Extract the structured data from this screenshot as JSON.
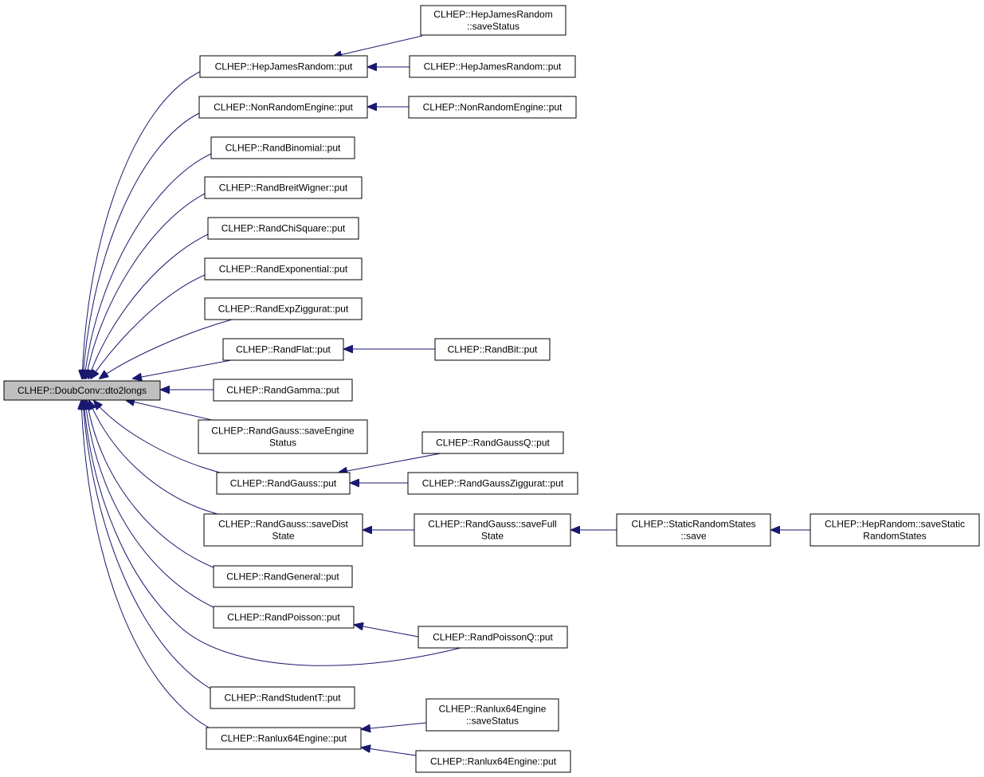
{
  "diagram": {
    "edge_color": "#191970",
    "root_fill": "#bfbfbf",
    "nodes": [
      {
        "id": "root",
        "lines": [
          "CLHEP::DoubConv::dto2longs"
        ],
        "root": true
      },
      {
        "id": "hjr_put",
        "lines": [
          "CLHEP::HepJamesRandom::put"
        ]
      },
      {
        "id": "hjr_save",
        "lines": [
          "CLHEP::HepJamesRandom",
          "::saveStatus"
        ]
      },
      {
        "id": "hjr_put2",
        "lines": [
          "CLHEP::HepJamesRandom::put"
        ]
      },
      {
        "id": "nre_put",
        "lines": [
          "CLHEP::NonRandomEngine::put"
        ]
      },
      {
        "id": "nre_put2",
        "lines": [
          "CLHEP::NonRandomEngine::put"
        ]
      },
      {
        "id": "rbin",
        "lines": [
          "CLHEP::RandBinomial::put"
        ]
      },
      {
        "id": "rbw",
        "lines": [
          "CLHEP::RandBreitWigner::put"
        ]
      },
      {
        "id": "rchi",
        "lines": [
          "CLHEP::RandChiSquare::put"
        ]
      },
      {
        "id": "rexp",
        "lines": [
          "CLHEP::RandExponential::put"
        ]
      },
      {
        "id": "rexpz",
        "lines": [
          "CLHEP::RandExpZiggurat::put"
        ]
      },
      {
        "id": "rflat",
        "lines": [
          "CLHEP::RandFlat::put"
        ]
      },
      {
        "id": "rbit",
        "lines": [
          "CLHEP::RandBit::put"
        ]
      },
      {
        "id": "rgamma",
        "lines": [
          "CLHEP::RandGamma::put"
        ]
      },
      {
        "id": "rg_se",
        "lines": [
          "CLHEP::RandGauss::saveEngine",
          "Status"
        ]
      },
      {
        "id": "rgq",
        "lines": [
          "CLHEP::RandGaussQ::put"
        ]
      },
      {
        "id": "rg_put",
        "lines": [
          "CLHEP::RandGauss::put"
        ]
      },
      {
        "id": "rgz",
        "lines": [
          "CLHEP::RandGaussZiggurat::put"
        ]
      },
      {
        "id": "rg_sd",
        "lines": [
          "CLHEP::RandGauss::saveDist",
          "State"
        ]
      },
      {
        "id": "rg_sf",
        "lines": [
          "CLHEP::RandGauss::saveFull",
          "State"
        ]
      },
      {
        "id": "srs",
        "lines": [
          "CLHEP::StaticRandomStates",
          "::save"
        ]
      },
      {
        "id": "hr_ss",
        "lines": [
          "CLHEP::HepRandom::saveStatic",
          "RandomStates"
        ]
      },
      {
        "id": "rgen",
        "lines": [
          "CLHEP::RandGeneral::put"
        ]
      },
      {
        "id": "rpois",
        "lines": [
          "CLHEP::RandPoisson::put"
        ]
      },
      {
        "id": "rpoisq",
        "lines": [
          "CLHEP::RandPoissonQ::put"
        ]
      },
      {
        "id": "rst",
        "lines": [
          "CLHEP::RandStudentT::put"
        ]
      },
      {
        "id": "r64_save",
        "lines": [
          "CLHEP::Ranlux64Engine",
          "::saveStatus"
        ]
      },
      {
        "id": "r64_put",
        "lines": [
          "CLHEP::Ranlux64Engine::put"
        ]
      },
      {
        "id": "r64_put2",
        "lines": [
          "CLHEP::Ranlux64Engine::put"
        ]
      }
    ],
    "edges": [
      {
        "from": "hjr_put",
        "to": "root"
      },
      {
        "from": "hjr_save",
        "to": "hjr_put"
      },
      {
        "from": "hjr_put2",
        "to": "hjr_put"
      },
      {
        "from": "nre_put",
        "to": "root"
      },
      {
        "from": "nre_put2",
        "to": "nre_put"
      },
      {
        "from": "rbin",
        "to": "root"
      },
      {
        "from": "rbw",
        "to": "root"
      },
      {
        "from": "rchi",
        "to": "root"
      },
      {
        "from": "rexp",
        "to": "root"
      },
      {
        "from": "rexpz",
        "to": "root"
      },
      {
        "from": "rflat",
        "to": "root"
      },
      {
        "from": "rbit",
        "to": "rflat"
      },
      {
        "from": "rgamma",
        "to": "root"
      },
      {
        "from": "rg_se",
        "to": "root"
      },
      {
        "from": "rg_put",
        "to": "root"
      },
      {
        "from": "rgq",
        "to": "rg_put"
      },
      {
        "from": "rgz",
        "to": "rg_put"
      },
      {
        "from": "rg_sd",
        "to": "root"
      },
      {
        "from": "rg_sf",
        "to": "rg_sd"
      },
      {
        "from": "srs",
        "to": "rg_sf"
      },
      {
        "from": "hr_ss",
        "to": "srs"
      },
      {
        "from": "rgen",
        "to": "root"
      },
      {
        "from": "rpois",
        "to": "root"
      },
      {
        "from": "rpoisq",
        "to": "rpois"
      },
      {
        "from": "rpoisq",
        "to": "root"
      },
      {
        "from": "rst",
        "to": "root"
      },
      {
        "from": "r64_put",
        "to": "root"
      },
      {
        "from": "r64_save",
        "to": "r64_put"
      },
      {
        "from": "r64_put2",
        "to": "r64_put"
      }
    ]
  }
}
